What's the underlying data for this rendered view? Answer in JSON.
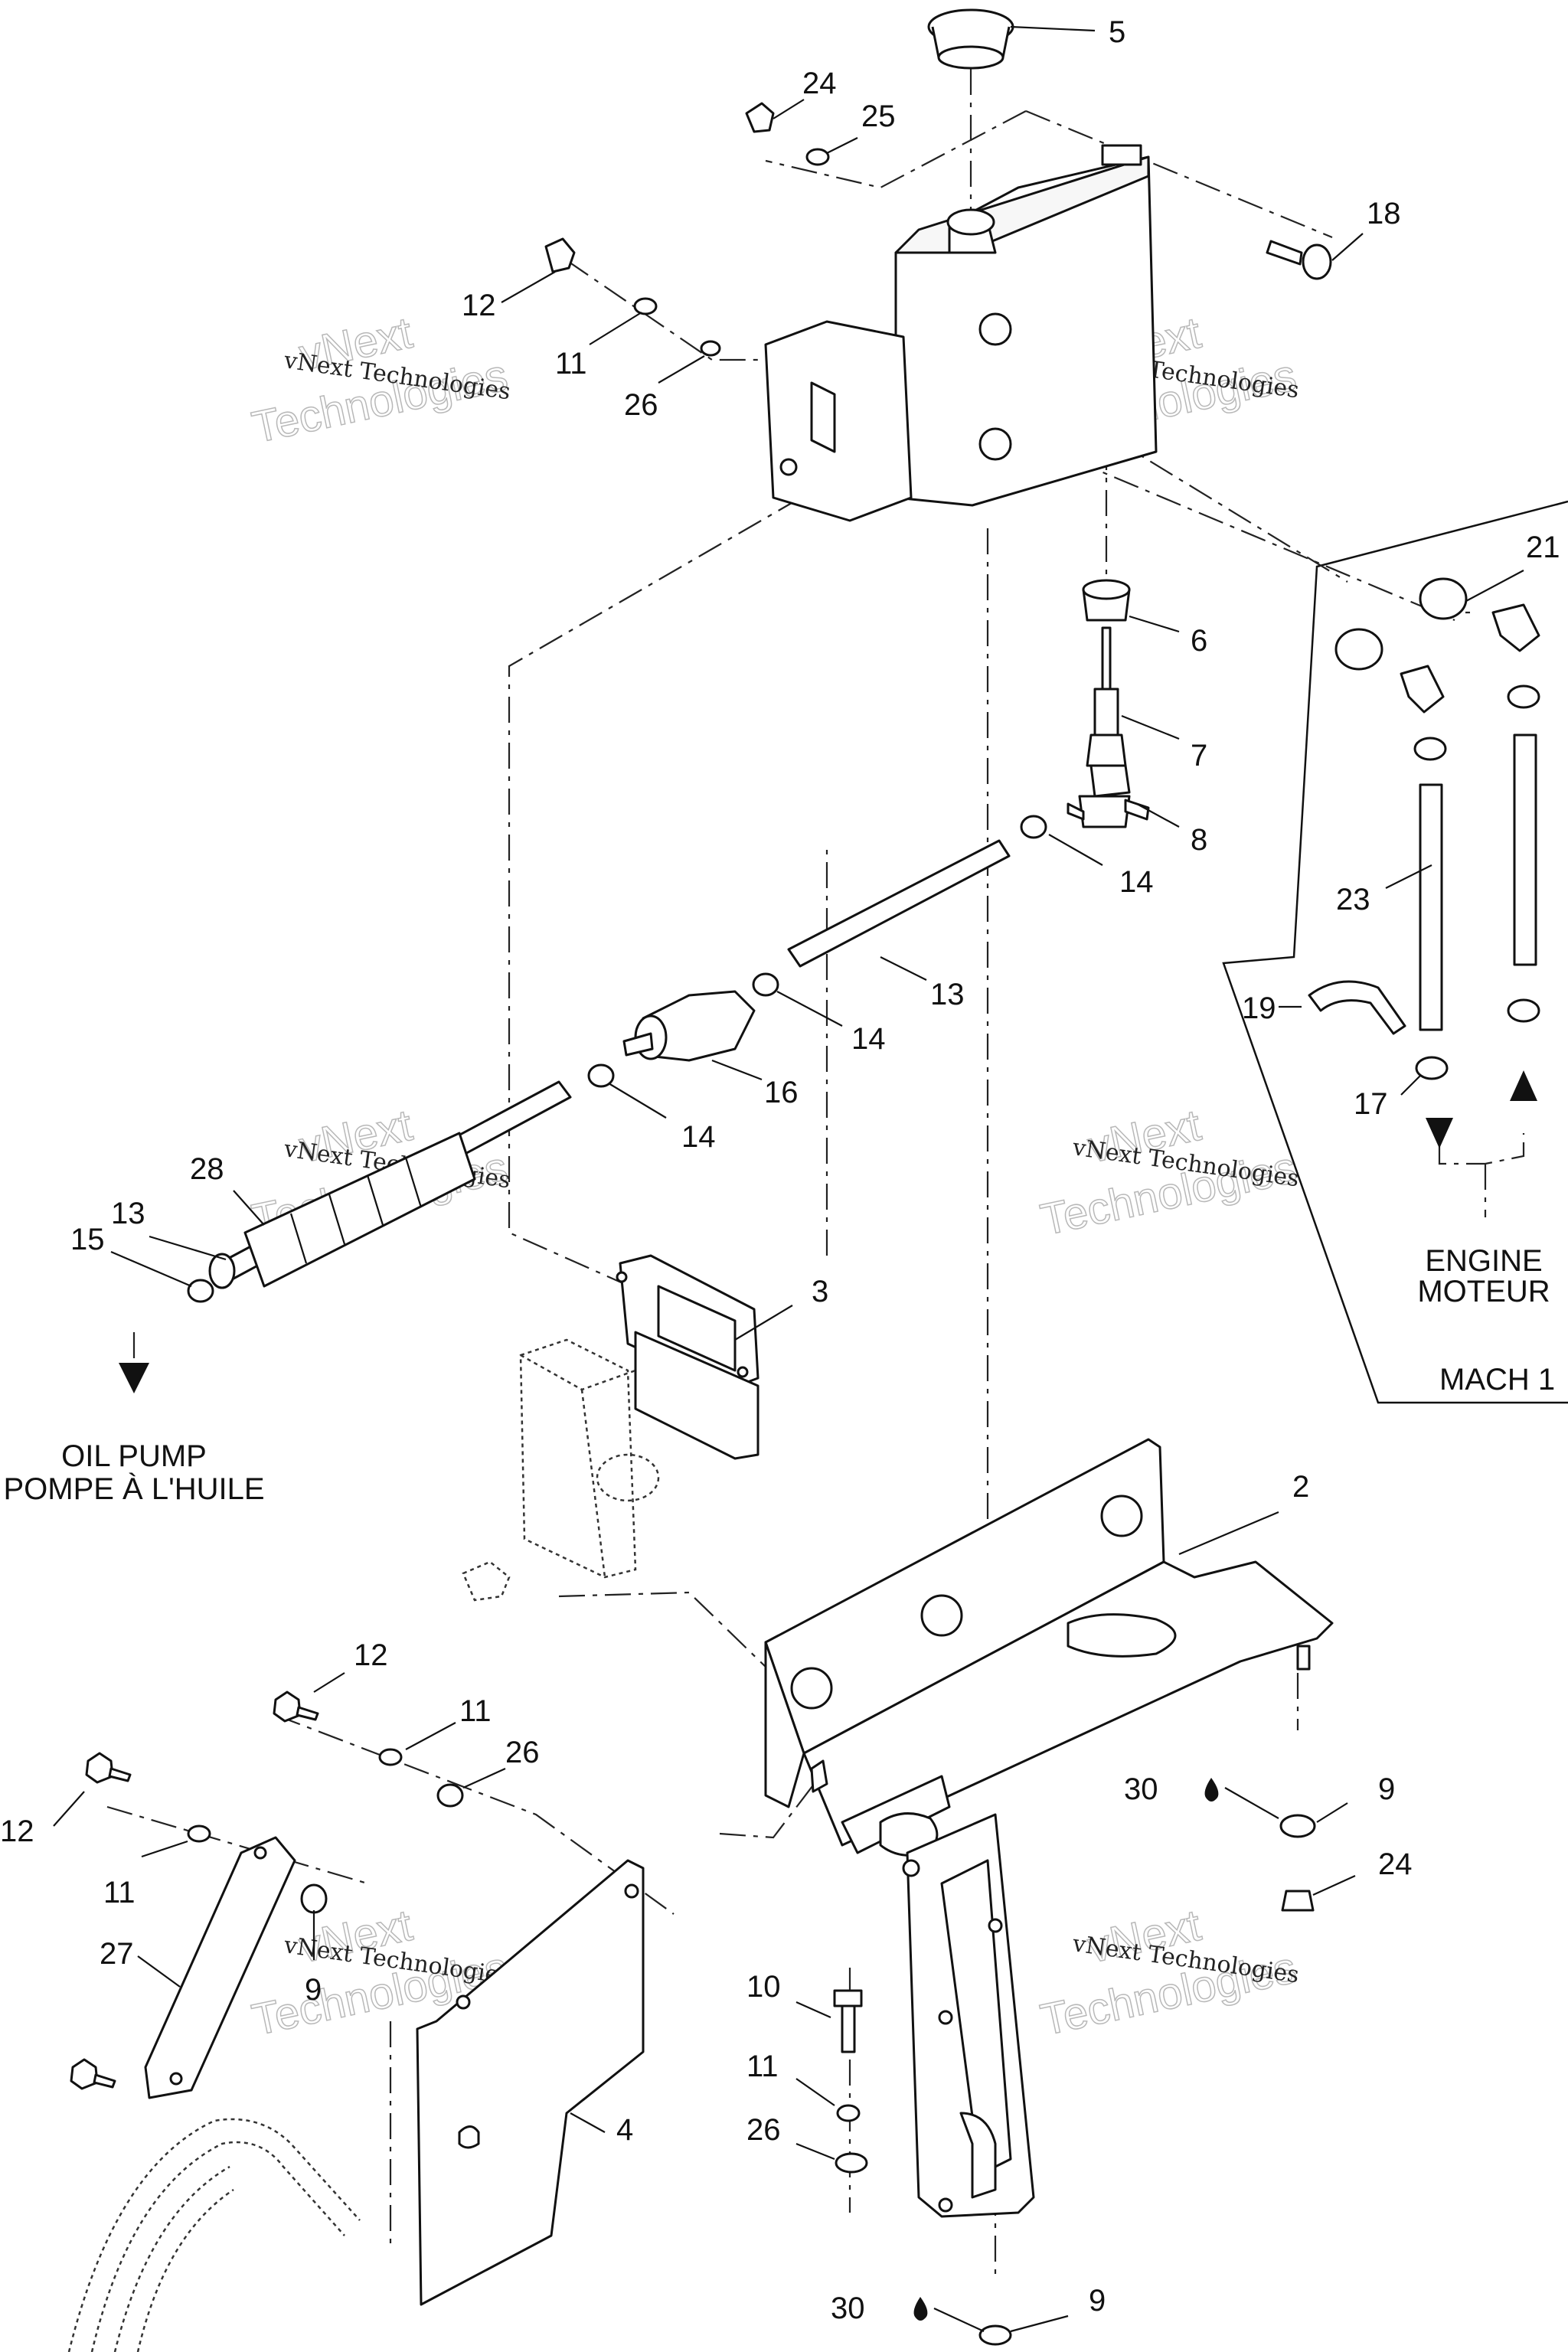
{
  "callouts": [
    {
      "id": "c5",
      "text": "5"
    },
    {
      "id": "c24a",
      "text": "24"
    },
    {
      "id": "c25",
      "text": "25"
    },
    {
      "id": "c18",
      "text": "18"
    },
    {
      "id": "c12a",
      "text": "12"
    },
    {
      "id": "c11a",
      "text": "11"
    },
    {
      "id": "c26a",
      "text": "26"
    },
    {
      "id": "c21",
      "text": "21"
    },
    {
      "id": "c6",
      "text": "6"
    },
    {
      "id": "c7",
      "text": "7"
    },
    {
      "id": "c8",
      "text": "8"
    },
    {
      "id": "c14a",
      "text": "14"
    },
    {
      "id": "c23",
      "text": "23"
    },
    {
      "id": "c13a",
      "text": "13"
    },
    {
      "id": "c14b",
      "text": "14"
    },
    {
      "id": "c19",
      "text": "19"
    },
    {
      "id": "c16",
      "text": "16"
    },
    {
      "id": "c14c",
      "text": "14"
    },
    {
      "id": "c17",
      "text": "17"
    },
    {
      "id": "c28",
      "text": "28"
    },
    {
      "id": "c13b",
      "text": "13"
    },
    {
      "id": "c15",
      "text": "15"
    },
    {
      "id": "c3",
      "text": "3"
    },
    {
      "id": "c2",
      "text": "2"
    },
    {
      "id": "c12b",
      "text": "12"
    },
    {
      "id": "c11b",
      "text": "11"
    },
    {
      "id": "c26b",
      "text": "26"
    },
    {
      "id": "c30a",
      "text": "30"
    },
    {
      "id": "c9a",
      "text": "9"
    },
    {
      "id": "c12c",
      "text": "12"
    },
    {
      "id": "c24b",
      "text": "24"
    },
    {
      "id": "c11c",
      "text": "11"
    },
    {
      "id": "c27",
      "text": "27"
    },
    {
      "id": "c9b",
      "text": "9"
    },
    {
      "id": "c10",
      "text": "10"
    },
    {
      "id": "c11d",
      "text": "11"
    },
    {
      "id": "c26c",
      "text": "26"
    },
    {
      "id": "c4",
      "text": "4"
    },
    {
      "id": "c30b",
      "text": "30"
    },
    {
      "id": "c9c",
      "text": "9"
    }
  ],
  "labels": {
    "engine_en": "ENGINE",
    "engine_fr": "MOTEUR",
    "mach": "MACH 1",
    "oil_pump_en": "OIL PUMP",
    "oil_pump_fr": "POMPE À L'HUILE"
  },
  "watermark": {
    "line1": "vNext Technologies",
    "line2a": "vNext",
    "line2b": "Technologies"
  },
  "icons": {
    "lubricant_drop": "oil-drop-icon",
    "direction_arrow": "flow-arrow-icon"
  }
}
